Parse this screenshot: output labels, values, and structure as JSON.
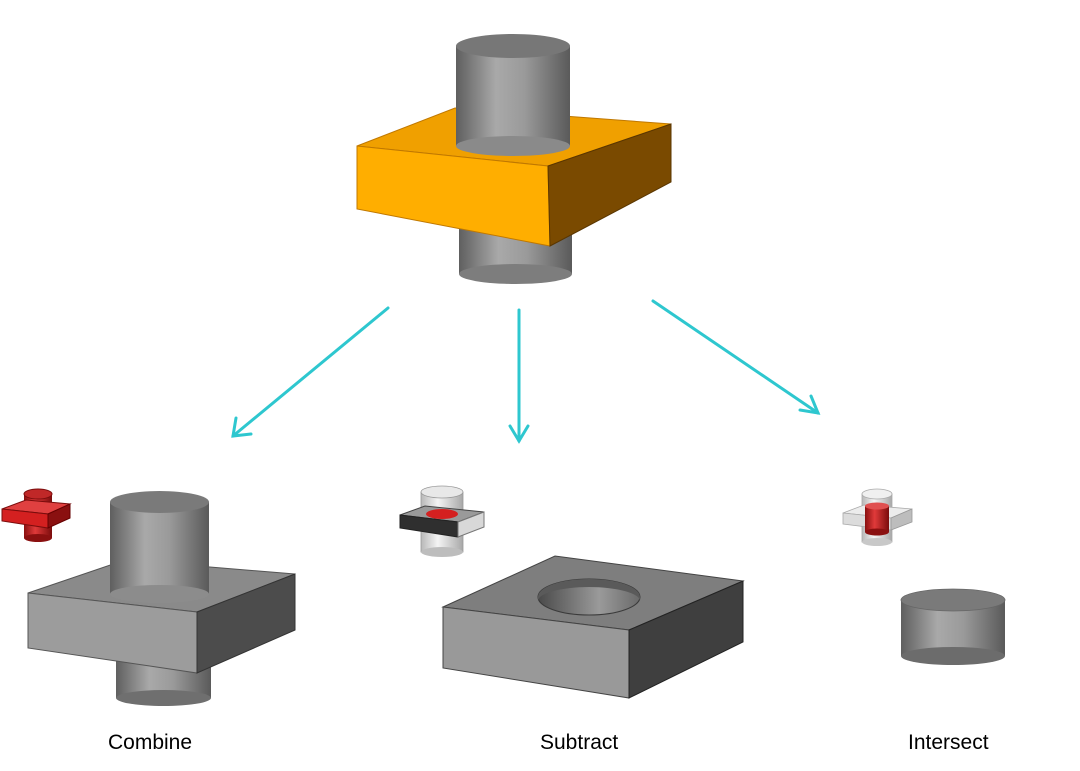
{
  "labels": {
    "combine": "Combine",
    "subtract": "Subtract",
    "intersect": "Intersect"
  },
  "colors": {
    "arrow": "#2ec7cf",
    "plate_orange": "#ffae00",
    "solid_gray": "#8c8c8c",
    "highlight_red": "#d42020"
  },
  "icons": [
    "combine-icon",
    "subtract-icon",
    "intersect-icon"
  ]
}
